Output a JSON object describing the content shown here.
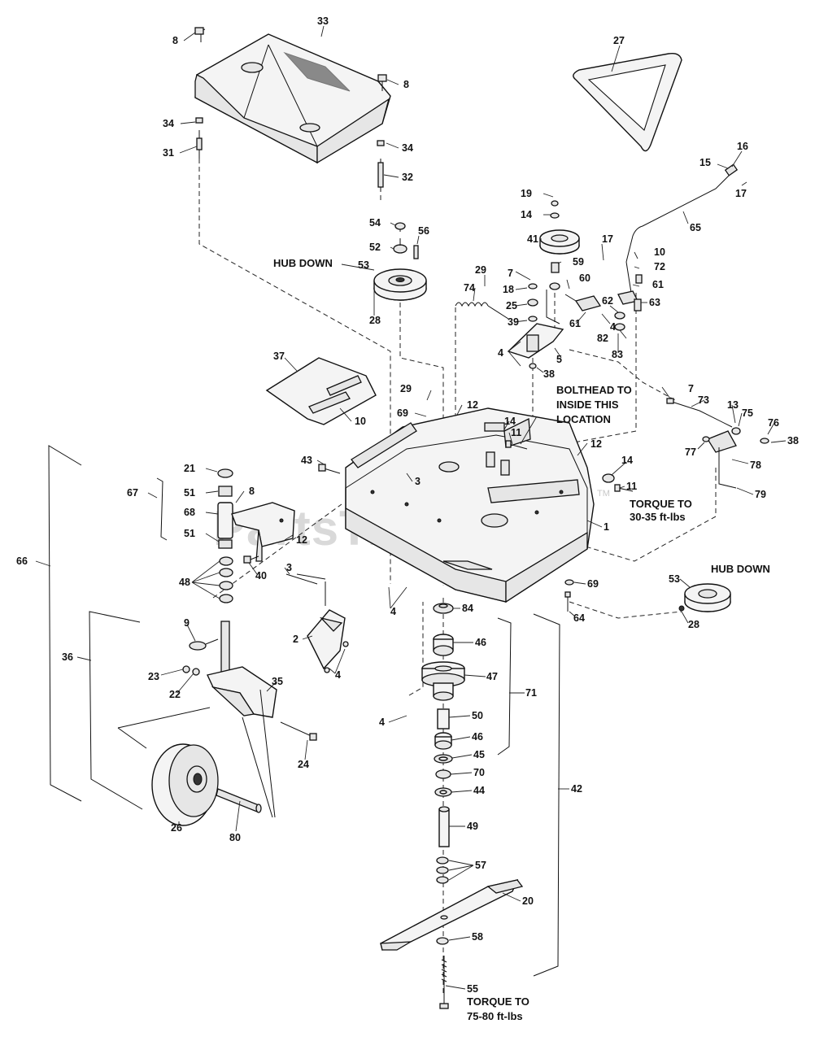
{
  "diagram": {
    "watermark": "PartsTree",
    "watermark_mark": "TM",
    "callouts": [
      {
        "id": "c1",
        "text": "8"
      },
      {
        "id": "c2",
        "text": "33"
      },
      {
        "id": "c3",
        "text": "8"
      },
      {
        "id": "c4",
        "text": "27"
      },
      {
        "id": "c5",
        "text": "34"
      },
      {
        "id": "c6",
        "text": "31"
      },
      {
        "id": "c7",
        "text": "34"
      },
      {
        "id": "c8",
        "text": "32"
      },
      {
        "id": "c9",
        "text": "16"
      },
      {
        "id": "c10",
        "text": "15"
      },
      {
        "id": "c11",
        "text": "17"
      },
      {
        "id": "c12",
        "text": "19"
      },
      {
        "id": "c13",
        "text": "14"
      },
      {
        "id": "c14",
        "text": "65"
      },
      {
        "id": "c15",
        "text": "54"
      },
      {
        "id": "c16",
        "text": "56"
      },
      {
        "id": "c17",
        "text": "52"
      },
      {
        "id": "c18",
        "text": "41"
      },
      {
        "id": "c19",
        "text": "17"
      },
      {
        "id": "c20",
        "text": "10"
      },
      {
        "id": "c21",
        "text": "53"
      },
      {
        "id": "c22",
        "text": "29"
      },
      {
        "id": "c23",
        "text": "59"
      },
      {
        "id": "c24",
        "text": "72"
      },
      {
        "id": "c25",
        "text": "7"
      },
      {
        "id": "c26",
        "text": "18"
      },
      {
        "id": "c27",
        "text": "60"
      },
      {
        "id": "c28",
        "text": "61"
      },
      {
        "id": "c29",
        "text": "74"
      },
      {
        "id": "c30",
        "text": "25"
      },
      {
        "id": "c31",
        "text": "62"
      },
      {
        "id": "c32",
        "text": "63"
      },
      {
        "id": "c33",
        "text": "28"
      },
      {
        "id": "c34",
        "text": "39"
      },
      {
        "id": "c35",
        "text": "61"
      },
      {
        "id": "c36",
        "text": "4"
      },
      {
        "id": "c37",
        "text": "82"
      },
      {
        "id": "c38",
        "text": "83"
      },
      {
        "id": "c39",
        "text": "4"
      },
      {
        "id": "c40",
        "text": "5"
      },
      {
        "id": "c41",
        "text": "37"
      },
      {
        "id": "c42",
        "text": "38"
      },
      {
        "id": "c43",
        "text": "29"
      },
      {
        "id": "c44",
        "text": "7"
      },
      {
        "id": "c45",
        "text": "73"
      },
      {
        "id": "c46",
        "text": "69"
      },
      {
        "id": "c47",
        "text": "12"
      },
      {
        "id": "c48",
        "text": "10"
      },
      {
        "id": "c49",
        "text": "14"
      },
      {
        "id": "c50",
        "text": "11"
      },
      {
        "id": "c51",
        "text": "13"
      },
      {
        "id": "c52",
        "text": "75"
      },
      {
        "id": "c53",
        "text": "76"
      },
      {
        "id": "c54",
        "text": "38"
      },
      {
        "id": "c55",
        "text": "77"
      },
      {
        "id": "c56",
        "text": "78"
      },
      {
        "id": "c57",
        "text": "12"
      },
      {
        "id": "c58",
        "text": "43"
      },
      {
        "id": "c59",
        "text": "21"
      },
      {
        "id": "c60",
        "text": "3"
      },
      {
        "id": "c61",
        "text": "14"
      },
      {
        "id": "c62",
        "text": "11"
      },
      {
        "id": "c63",
        "text": "79"
      },
      {
        "id": "c64",
        "text": "67"
      },
      {
        "id": "c65",
        "text": "51"
      },
      {
        "id": "c66",
        "text": "8"
      },
      {
        "id": "c67",
        "text": "68"
      },
      {
        "id": "c68",
        "text": "1"
      },
      {
        "id": "c69",
        "text": "12"
      },
      {
        "id": "c70",
        "text": "51"
      },
      {
        "id": "c71",
        "text": "66"
      },
      {
        "id": "c72",
        "text": "40"
      },
      {
        "id": "c73",
        "text": "48"
      },
      {
        "id": "c74",
        "text": "3"
      },
      {
        "id": "c75",
        "text": "53"
      },
      {
        "id": "c76",
        "text": "4"
      },
      {
        "id": "c77",
        "text": "69"
      },
      {
        "id": "c78",
        "text": "64"
      },
      {
        "id": "c79",
        "text": "28"
      },
      {
        "id": "c80",
        "text": "84"
      },
      {
        "id": "c81",
        "text": "46"
      },
      {
        "id": "c82",
        "text": "9"
      },
      {
        "id": "c83",
        "text": "2"
      },
      {
        "id": "c84",
        "text": "4"
      },
      {
        "id": "c85",
        "text": "47"
      },
      {
        "id": "c86",
        "text": "36"
      },
      {
        "id": "c87",
        "text": "23"
      },
      {
        "id": "c88",
        "text": "22"
      },
      {
        "id": "c89",
        "text": "35"
      },
      {
        "id": "c90",
        "text": "71"
      },
      {
        "id": "c91",
        "text": "4"
      },
      {
        "id": "c92",
        "text": "50"
      },
      {
        "id": "c93",
        "text": "46"
      },
      {
        "id": "c94",
        "text": "24"
      },
      {
        "id": "c95",
        "text": "45"
      },
      {
        "id": "c96",
        "text": "70"
      },
      {
        "id": "c97",
        "text": "42"
      },
      {
        "id": "c98",
        "text": "44"
      },
      {
        "id": "c99",
        "text": "26"
      },
      {
        "id": "c100",
        "text": "80"
      },
      {
        "id": "c101",
        "text": "49"
      },
      {
        "id": "c102",
        "text": "57"
      },
      {
        "id": "c103",
        "text": "20"
      },
      {
        "id": "c104",
        "text": "58"
      },
      {
        "id": "c105",
        "text": "55"
      }
    ],
    "notes": {
      "hub_down_1": "HUB DOWN",
      "hub_down_2": "HUB DOWN",
      "bolthead_1": "BOLTHEAD TO",
      "bolthead_2": "INSIDE THIS",
      "bolthead_3": "LOCATION",
      "torque_1a": "TORQUE TO",
      "torque_1b": "30-35 ft-lbs",
      "torque_2a": "TORQUE TO",
      "torque_2b": "75-80 ft-lbs"
    }
  }
}
